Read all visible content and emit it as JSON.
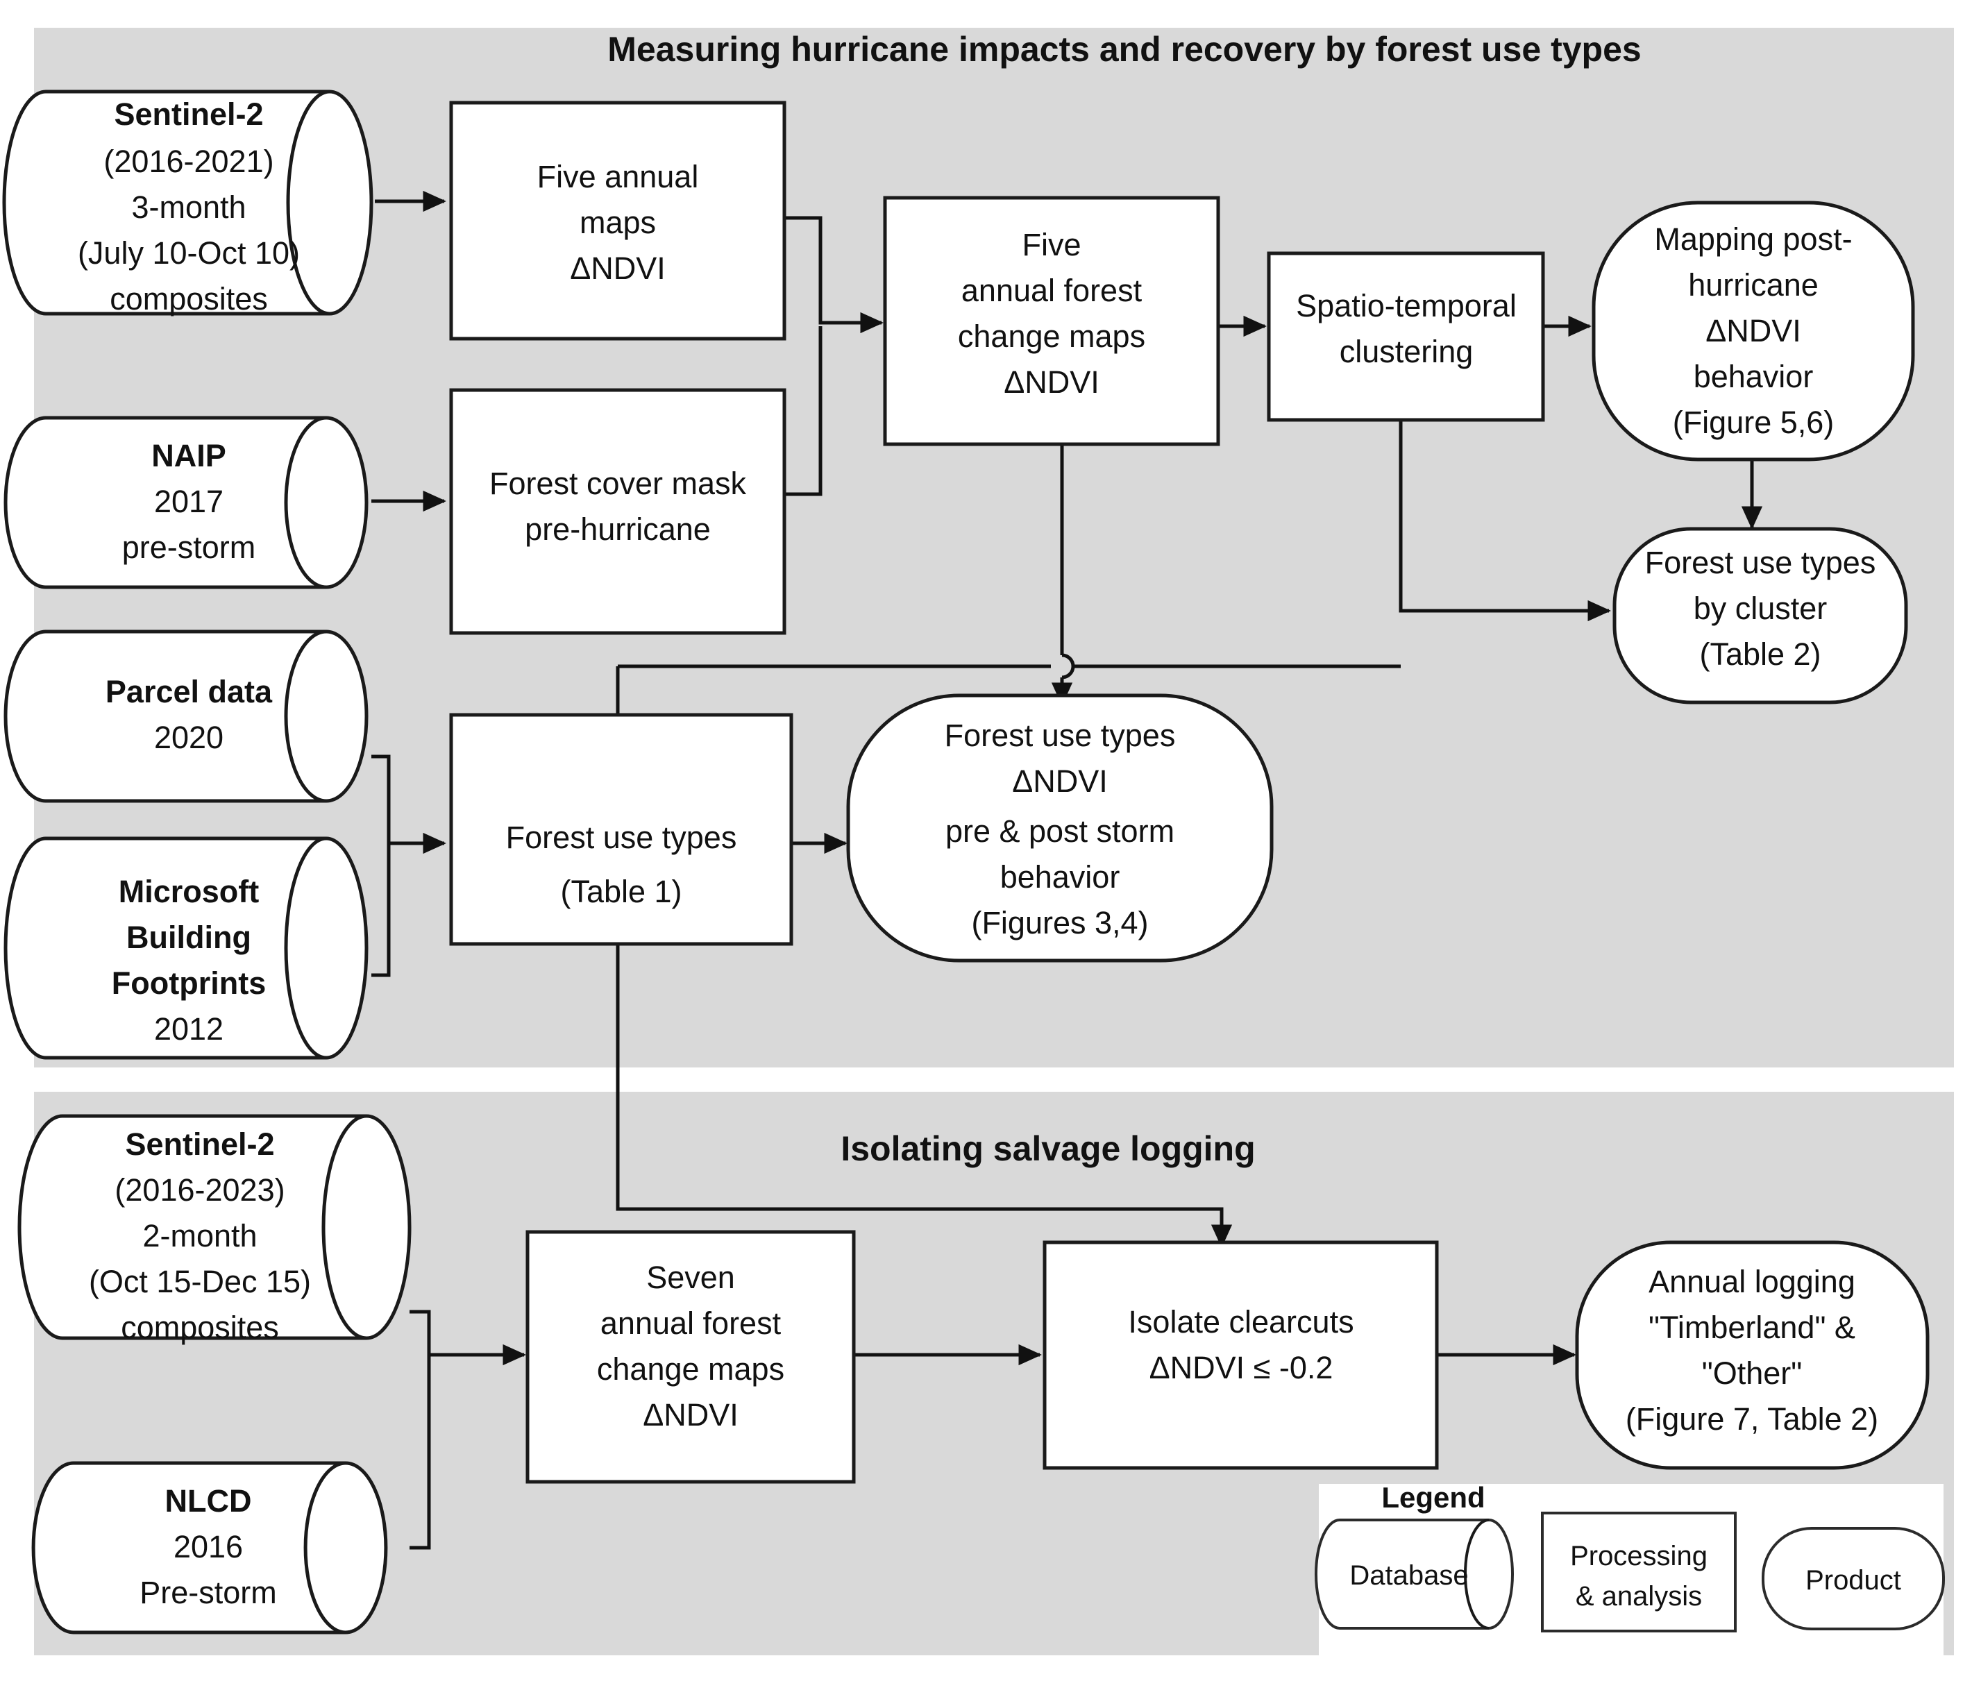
{
  "figure": {
    "type": "flowchart",
    "background": "#ffffff",
    "panel_color": "#d9d9d9",
    "line_color": "#111111",
    "shape_fill": "#ffffff"
  },
  "panels": [
    {
      "id": "panel-top",
      "title": "Measuring  hurricane impacts and recovery by forest use types"
    },
    {
      "id": "panel-bottom",
      "title": "Isolating salvage logging"
    }
  ],
  "nodes": {
    "sentinel2_top": {
      "kind": "database",
      "lines": [
        "Sentinel-2",
        "(2016-2021)",
        "3-month",
        "(July 10-Oct 10)",
        "composites"
      ],
      "bold_first": true
    },
    "naip": {
      "kind": "database",
      "lines": [
        "NAIP",
        "2017",
        "pre-storm"
      ],
      "bold_first": true
    },
    "parcel": {
      "kind": "database",
      "lines": [
        "Parcel data",
        "2020"
      ],
      "bold_first": true
    },
    "msbf": {
      "kind": "database",
      "lines": [
        "Microsoft",
        "Building",
        "Footprints",
        "2012"
      ],
      "bold_first": true,
      "bold_count": 3
    },
    "five_annual_maps": {
      "kind": "process",
      "lines": [
        "Five annual",
        "maps",
        "ΔNDVI"
      ]
    },
    "forest_cover_mask": {
      "kind": "process",
      "lines": [
        "Forest cover mask",
        "pre-hurricane"
      ]
    },
    "five_change_maps": {
      "kind": "process",
      "lines": [
        "Five",
        "annual forest",
        "change maps",
        "ΔNDVI"
      ]
    },
    "spatio_clustering": {
      "kind": "process",
      "lines": [
        "Spatio-temporal",
        "clustering"
      ]
    },
    "mapping_behavior": {
      "kind": "product",
      "lines": [
        "Mapping post-",
        "hurricane",
        "ΔNDVI",
        "behavior",
        "(Figure 5,6)"
      ]
    },
    "types_by_cluster": {
      "kind": "product",
      "lines": [
        "Forest use types",
        "by cluster",
        "(Table 2)"
      ]
    },
    "forest_use_types": {
      "kind": "process",
      "lines": [
        "Forest use types",
        "",
        "(Table 1)"
      ]
    },
    "types_prepost": {
      "kind": "product",
      "lines": [
        "Forest use types",
        "ΔNDVI",
        "pre & post storm",
        "behavior",
        "(Figures 3,4)"
      ]
    },
    "sentinel2_bottom": {
      "kind": "database",
      "lines": [
        "Sentinel-2",
        "(2016-2023)",
        "2-month",
        "(Oct 15-Dec 15)",
        "composites"
      ],
      "bold_first": true
    },
    "nlcd": {
      "kind": "database",
      "lines": [
        "NLCD",
        "2016",
        "Pre-storm"
      ],
      "bold_first": true
    },
    "seven_change_maps": {
      "kind": "process",
      "lines": [
        "Seven",
        "annual forest",
        "change maps",
        "ΔNDVI"
      ]
    },
    "isolate_clearcuts": {
      "kind": "process",
      "lines": [
        "Isolate clearcuts",
        "ΔNDVI  ≤ -0.2"
      ]
    },
    "annual_logging": {
      "kind": "product",
      "lines": [
        "Annual logging",
        "\"Timberland\" &",
        "\"Other\"",
        "(Figure 7, Table 2)"
      ]
    }
  },
  "legend": {
    "title": "Legend",
    "items": [
      {
        "shape": "database",
        "label": "Database"
      },
      {
        "shape": "process",
        "label_lines": [
          "Processing",
          "& analysis"
        ]
      },
      {
        "shape": "product",
        "label": "Product"
      }
    ]
  },
  "edges": [
    {
      "from": "sentinel2_top",
      "to": "five_annual_maps"
    },
    {
      "from": "naip",
      "to": "forest_cover_mask"
    },
    {
      "from": "five_annual_maps",
      "to": "five_change_maps"
    },
    {
      "from": "forest_cover_mask",
      "to": "five_change_maps"
    },
    {
      "from": "five_change_maps",
      "to": "spatio_clustering"
    },
    {
      "from": "spatio_clustering",
      "to": "mapping_behavior"
    },
    {
      "from": "mapping_behavior",
      "to": "types_by_cluster"
    },
    {
      "from": "spatio_clustering",
      "to": "types_by_cluster"
    },
    {
      "from": "five_change_maps",
      "to": "types_prepost"
    },
    {
      "from": "parcel",
      "to": "forest_use_types"
    },
    {
      "from": "msbf",
      "to": "forest_use_types"
    },
    {
      "from": "forest_use_types",
      "to": "types_prepost"
    },
    {
      "from": "forest_use_types",
      "to": "isolate_clearcuts"
    },
    {
      "from": "sentinel2_bottom",
      "to": "seven_change_maps"
    },
    {
      "from": "nlcd",
      "to": "seven_change_maps"
    },
    {
      "from": "seven_change_maps",
      "to": "isolate_clearcuts"
    },
    {
      "from": "isolate_clearcuts",
      "to": "annual_logging"
    }
  ]
}
